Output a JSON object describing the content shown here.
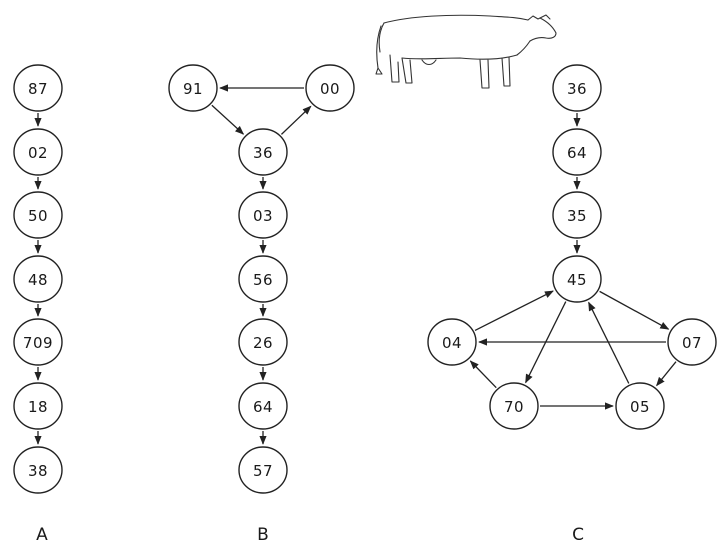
{
  "columns": [
    {
      "id": "A",
      "label": "A",
      "nodes": [
        "87",
        "02",
        "50",
        "48",
        "709",
        "18",
        "38"
      ],
      "edges": [
        [
          "87",
          "02"
        ],
        [
          "02",
          "50"
        ],
        [
          "50",
          "48"
        ],
        [
          "48",
          "709"
        ],
        [
          "709",
          "18"
        ],
        [
          "18",
          "38"
        ]
      ]
    },
    {
      "id": "B",
      "label": "B",
      "nodes": [
        "91",
        "00",
        "36",
        "03",
        "56",
        "26",
        "64",
        "57"
      ],
      "edges": [
        [
          "00",
          "91"
        ],
        [
          "91",
          "36"
        ],
        [
          "36",
          "00"
        ],
        [
          "36",
          "03"
        ],
        [
          "03",
          "56"
        ],
        [
          "56",
          "26"
        ],
        [
          "26",
          "64"
        ],
        [
          "64",
          "57"
        ]
      ]
    },
    {
      "id": "C",
      "label": "C",
      "nodes": [
        "36",
        "64",
        "35",
        "45",
        "04",
        "07",
        "70",
        "05"
      ],
      "edges": [
        [
          "36",
          "64"
        ],
        [
          "64",
          "35"
        ],
        [
          "35",
          "45"
        ],
        [
          "04",
          "45"
        ],
        [
          "45",
          "07"
        ],
        [
          "07",
          "04"
        ],
        [
          "45",
          "70"
        ],
        [
          "05",
          "45"
        ],
        [
          "70",
          "04"
        ],
        [
          "70",
          "05"
        ],
        [
          "07",
          "05"
        ]
      ]
    }
  ],
  "illustration": "cow-icon"
}
